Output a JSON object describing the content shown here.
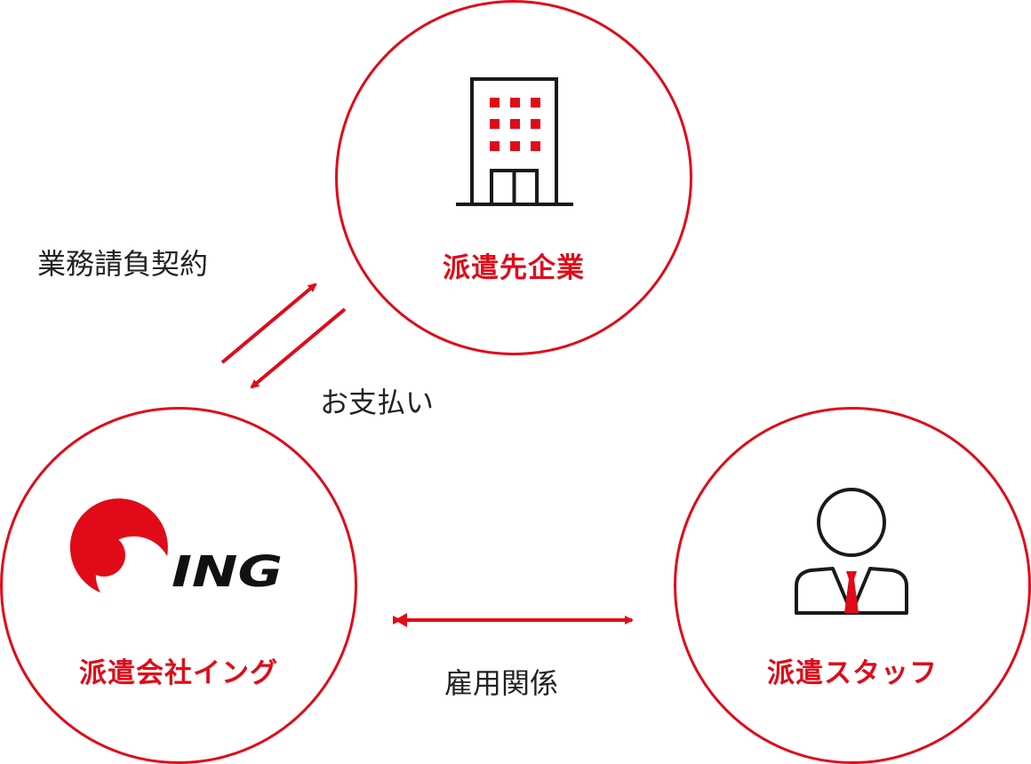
{
  "nodes": {
    "client": {
      "label": "派遣先企業",
      "icon": "building-icon"
    },
    "agency": {
      "label": "派遣会社イング",
      "logo_text": "ING",
      "icon": "ing-logo-icon"
    },
    "staff": {
      "label": "派遣スタッフ",
      "icon": "person-with-tie-icon"
    }
  },
  "relations": {
    "contract": "業務請負契約",
    "payment": "お支払い",
    "employment": "雇用関係"
  },
  "colors": {
    "accent": "#e10a18",
    "text": "#222222",
    "icon_stroke": "#1a1a1a"
  }
}
